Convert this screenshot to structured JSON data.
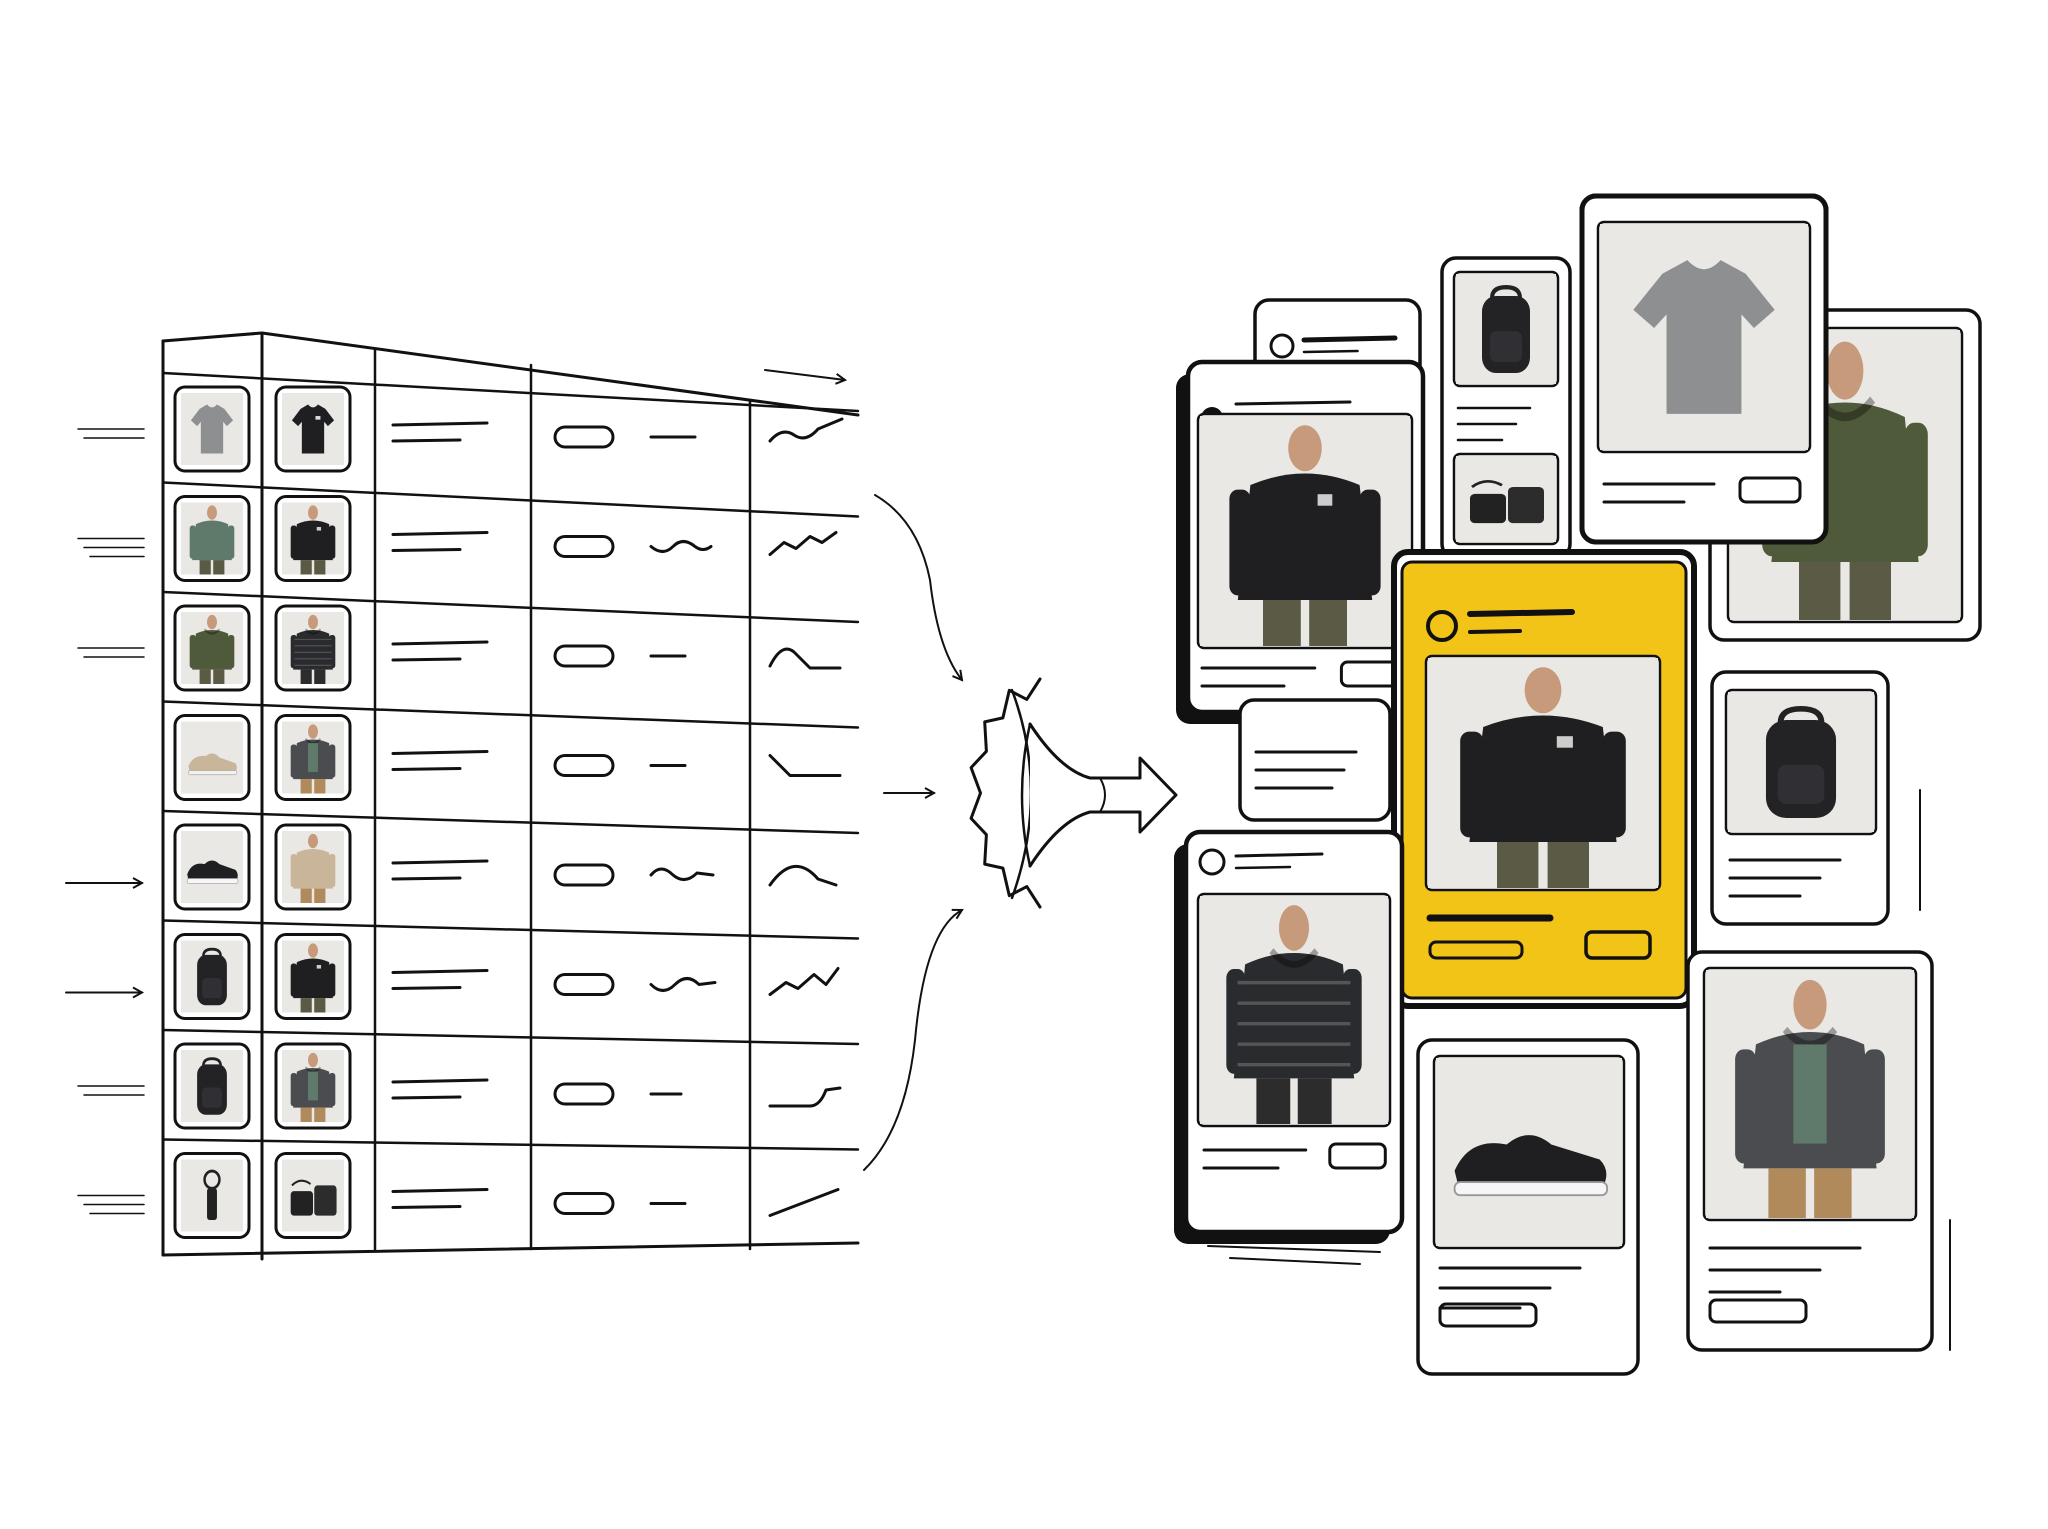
{
  "colors": {
    "ink": "#111111",
    "background": "#ffffff",
    "accent": "#f2c418",
    "photo_bg": "#e9e8e4",
    "black_garment": "#1f1f22",
    "grey_garment": "#8e8f91",
    "olive_garment": "#4f5a3a",
    "charcoal_garment": "#4a4c50",
    "teal_garment": "#5f7a6a",
    "beige_item": "#c8b59a",
    "skin": "#c69a7a",
    "pants_khaki": "#b08a5a",
    "pants_olive": "#5a5a45"
  },
  "left_table": {
    "rows": [
      {
        "thumb1": "grey-tshirt-icon",
        "thumb2": "black-tshirt-icon",
        "spark": "wave-up",
        "side": "lines"
      },
      {
        "thumb1": "teal-tshirt-model-icon",
        "thumb2": "black-tshirt-model-icon",
        "spark": "zigzag",
        "side": "lines"
      },
      {
        "thumb1": "olive-hoodie-model-icon",
        "thumb2": "puffer-jacket-model-icon",
        "spark": "peak",
        "side": "lines"
      },
      {
        "thumb1": "beige-sneaker-icon",
        "thumb2": "charcoal-hoodie-model-icon",
        "spark": "drop",
        "side": "none"
      },
      {
        "thumb1": "black-sneaker-icon",
        "thumb2": "beige-sweater-model-icon",
        "spark": "hump",
        "side": "arrow"
      },
      {
        "thumb1": "black-backpack-icon",
        "thumb2": "black-tshirt-model-icon",
        "spark": "zigzag-up",
        "side": "arrow"
      },
      {
        "thumb1": "black-backpack-icon",
        "thumb2": "charcoal-hoodie-model-icon",
        "spark": "step-up",
        "side": "lines"
      },
      {
        "thumb1": "keychain-icon",
        "thumb2": "accessories-icon",
        "spark": "rise",
        "side": "lines"
      }
    ]
  },
  "processor": {
    "icon": "gear-funnel-icon"
  },
  "product_cards": [
    {
      "id": "card-black-tee",
      "product": "black-tshirt-model"
    },
    {
      "id": "card-backpack-small",
      "product": "black-backpack"
    },
    {
      "id": "card-grey-tee",
      "product": "grey-tshirt"
    },
    {
      "id": "card-olive-hoodie",
      "product": "olive-hoodie-model"
    },
    {
      "id": "card-featured",
      "product": "black-tshirt-model",
      "highlighted": true
    },
    {
      "id": "card-backpack",
      "product": "black-backpack"
    },
    {
      "id": "card-puffer",
      "product": "puffer-jacket-model"
    },
    {
      "id": "card-sneaker",
      "product": "black-sneaker"
    },
    {
      "id": "card-charcoal-hoodie",
      "product": "charcoal-hoodie-model"
    }
  ]
}
